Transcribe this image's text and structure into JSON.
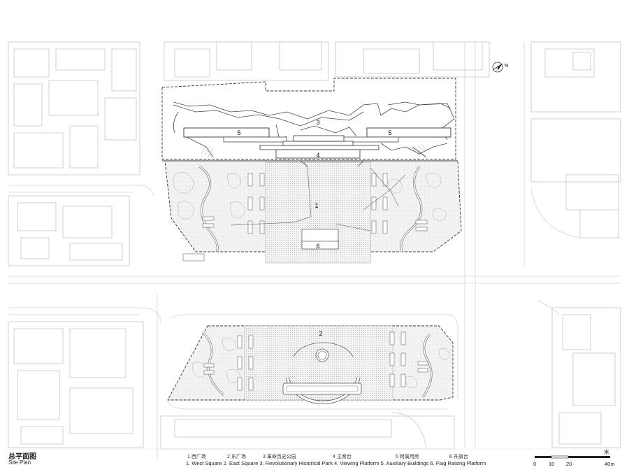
{
  "north_label": "N",
  "plan_numbers": {
    "n1": "1",
    "n2": "2",
    "n3": "3",
    "n4": "4",
    "n5a": "5",
    "n5b": "5",
    "n6": "6"
  },
  "title": {
    "cn": "总平面图",
    "en": "Site Plan"
  },
  "legend_cn": [
    "1 西广场",
    "2 东广场",
    "3 革命历史公园",
    "4 主席台",
    "5 附属用房",
    "6 升旗台"
  ],
  "legend_en": "1. West Square 2. East Square 3. Revolutionary Historical Park 4. Viewing Platform 5. Auxiliary Buildings 6. Flag Raising Platform",
  "scale": {
    "unit": "米",
    "ticks": [
      "0",
      "10",
      "20",
      "40m"
    ]
  }
}
